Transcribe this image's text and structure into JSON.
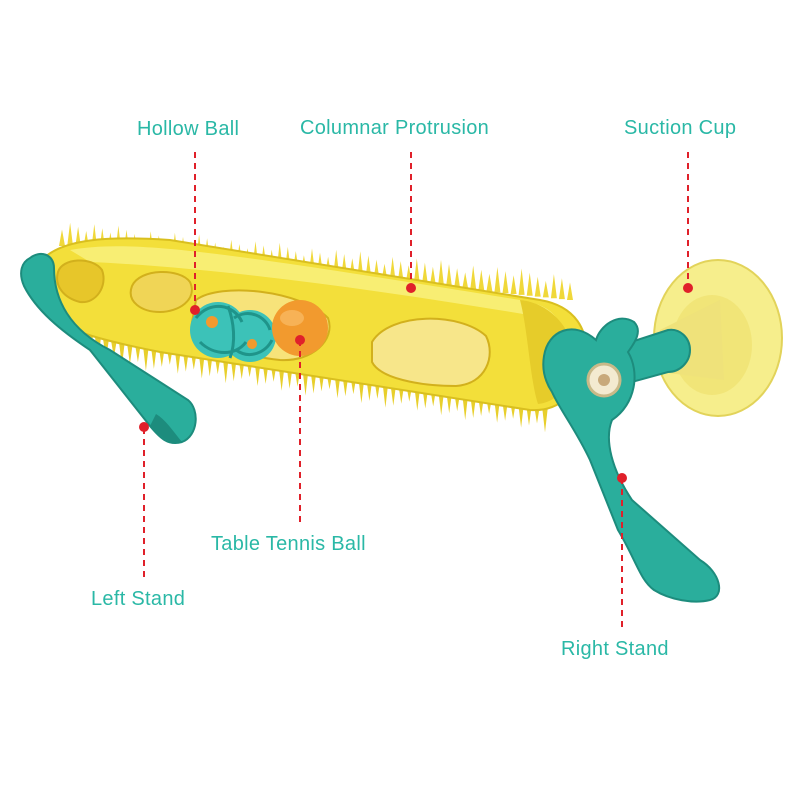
{
  "colors": {
    "label_text": "#2ab8a6",
    "leader_line": "#e0202a",
    "body_yellow": "#f3df3a",
    "body_light": "#f8ef7a",
    "body_shadow": "#d9bf1f",
    "stand_teal": "#2aae9c",
    "stand_dark": "#1d8c7d",
    "ball_orange": "#f29a2e",
    "hollow_ball_teal": "#3cc2b8",
    "suction_cup": "#f6ee8c"
  },
  "labels": {
    "hollow_ball": "Hollow Ball",
    "columnar_protrusion": "Columnar Protrusion",
    "suction_cup": "Suction Cup",
    "table_tennis_ball": "Table Tennis Ball",
    "left_stand": "Left Stand",
    "right_stand": "Right Stand"
  },
  "icons": {
    "product": "cat-toy-roller-illustration",
    "marker": "red-dot-marker"
  }
}
